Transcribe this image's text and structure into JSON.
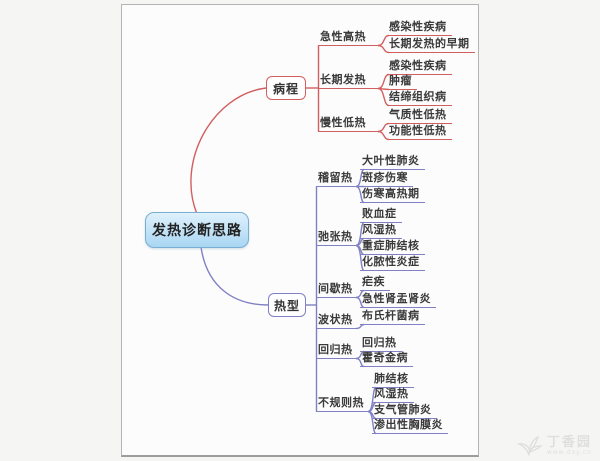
{
  "root": {
    "label": "发热诊断思路"
  },
  "branches": [
    {
      "label": "病程",
      "children": [
        {
          "label": "急性高热",
          "leaves": [
            {
              "label": "感染性疾病"
            },
            {
              "label": "长期发热的早期"
            }
          ]
        },
        {
          "label": "长期发热",
          "leaves": [
            {
              "label": "感染性疾病"
            },
            {
              "label": "肿瘤"
            },
            {
              "label": "结缔组织病"
            }
          ]
        },
        {
          "label": "慢性低热",
          "leaves": [
            {
              "label": "气质性低热"
            },
            {
              "label": "功能性低热"
            }
          ]
        }
      ]
    },
    {
      "label": "热型",
      "children": [
        {
          "label": "稽留热",
          "leaves": [
            {
              "label": "大叶性肺炎"
            },
            {
              "label": "斑疹伤寒"
            },
            {
              "label": "伤寒高热期"
            }
          ]
        },
        {
          "label": "弛张热",
          "leaves": [
            {
              "label": "败血症"
            },
            {
              "label": "风湿热"
            },
            {
              "label": "重症肺结核"
            },
            {
              "label": "化脓性炎症"
            }
          ]
        },
        {
          "label": "间歇热",
          "leaves": [
            {
              "label": "疟疾"
            },
            {
              "label": "急性肾盂肾炎"
            }
          ]
        },
        {
          "label": "波状热",
          "leaves": [
            {
              "label": "布氏杆菌病"
            }
          ]
        },
        {
          "label": "回归热",
          "leaves": [
            {
              "label": "回归热"
            },
            {
              "label": "霍奇金病"
            }
          ]
        },
        {
          "label": "不规则热",
          "leaves": [
            {
              "label": "肺结核"
            },
            {
              "label": "风湿热"
            },
            {
              "label": "支气管肺炎"
            },
            {
              "label": "渗出性胸膜炎"
            }
          ]
        }
      ]
    }
  ],
  "colors": {
    "branch_top_line": "#d25f5f",
    "branch_bottom_line": "#8080c4",
    "root_fill_top": "#dff1fc",
    "root_fill_bottom": "#a9d6f2",
    "root_border": "#79aed3"
  },
  "watermark": {
    "brand": "丁香园",
    "url": "www.dxy.cn"
  }
}
